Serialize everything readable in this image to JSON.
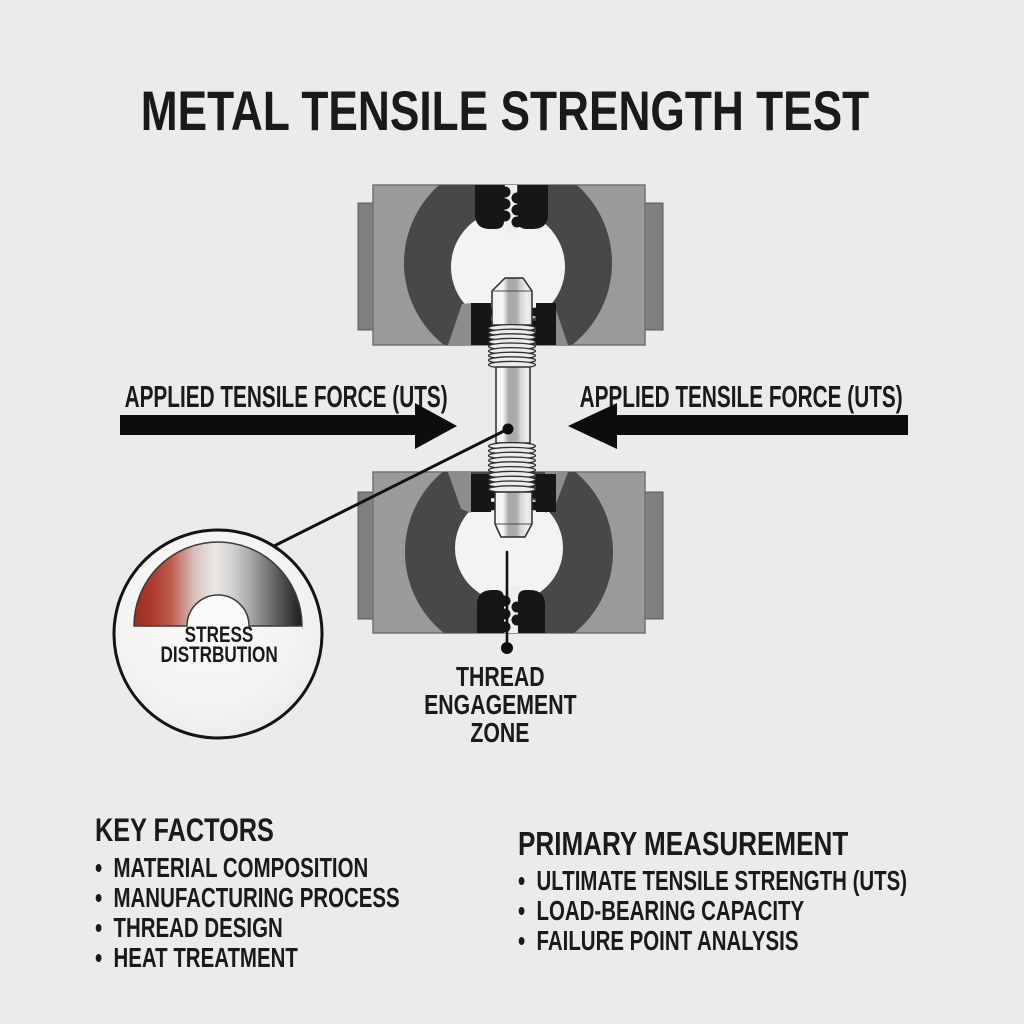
{
  "title": "METAL TENSILE STRENGTH TEST",
  "force_arrows": {
    "left_label": "APPLIED TENSILE FORCE (UTS)",
    "right_label": "APPLIED TENSILE FORCE (UTS)"
  },
  "stress_gauge": {
    "label_line1": "STRESS",
    "label_line2": "DISTRBUTION"
  },
  "thread_zone": {
    "line1": "THREAD",
    "line2": "ENGAGEMENT",
    "line3": "ZONE"
  },
  "key_factors": {
    "heading": "KEY FACTORS",
    "items": [
      "MATERIAL COMPOSITION",
      "MANUFACTURING PROCESS",
      "THREAD DESIGN",
      "HEAT TREATMENT"
    ]
  },
  "primary_measurement": {
    "heading": "PRIMARY MEASUREMENT",
    "items": [
      "ULTIMATE TENSILE STRENGTH (UTS)",
      "LOAD-BEARING CAPACITY",
      "FAILURE POINT ANALYSIS"
    ]
  },
  "colors": {
    "bg": "#ecebe9",
    "ink": "#1a1a1a",
    "fixture-body": "#9b9a9b",
    "fixture-ring": "#48474a",
    "fixture-tab": "#7f7e80",
    "jaw": "#161616",
    "arrow": "#0d0d0d",
    "gauge-red": "#a93226",
    "gauge-dark": "#1d1c1c"
  }
}
